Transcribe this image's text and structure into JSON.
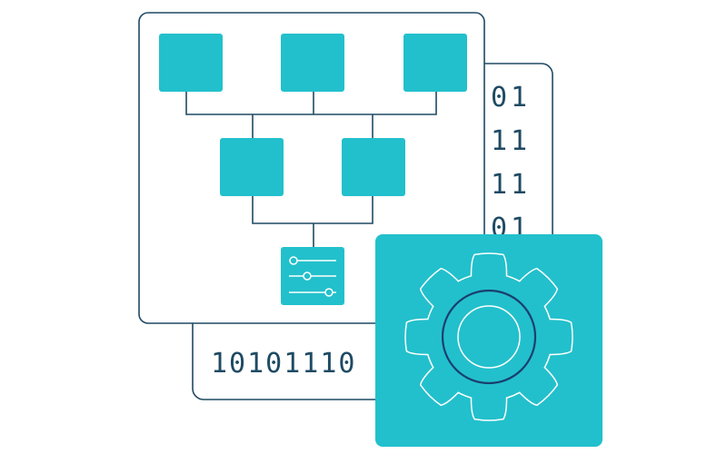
{
  "colors": {
    "outline": "#1f4a63",
    "teal": "#22c0cc",
    "white": "#ffffff",
    "background": "#ffffff",
    "gear_ring": "#1a3f6e"
  },
  "binary": {
    "right_column": [
      "01",
      "11",
      "11",
      "01"
    ],
    "bottom_row": "10101110"
  },
  "icons": {
    "tree_nodes": [
      "node-top-left",
      "node-top-middle",
      "node-top-right",
      "node-mid-left",
      "node-mid-right"
    ],
    "root_node": "sliders-icon",
    "feature": "gear-icon"
  }
}
